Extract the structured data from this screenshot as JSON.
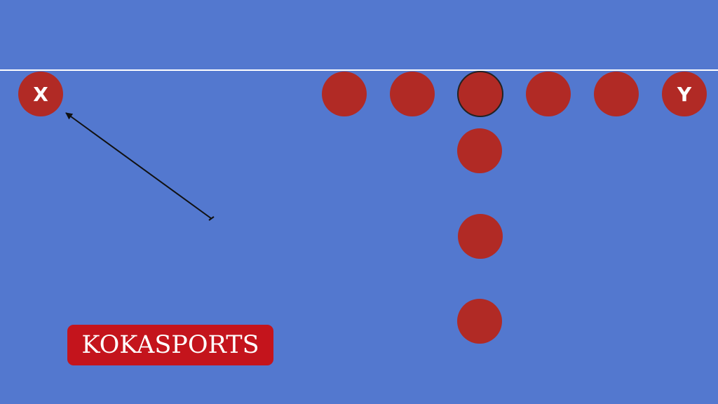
{
  "colors": {
    "background": "#5378cf",
    "player": "#b12a25",
    "line": "#ffffff",
    "arrow": "#111111",
    "logo_bg": "#c4141c"
  },
  "players": {
    "x_label": "X",
    "y_label": "Y"
  },
  "logo": {
    "text": "KOKASPORTS"
  }
}
